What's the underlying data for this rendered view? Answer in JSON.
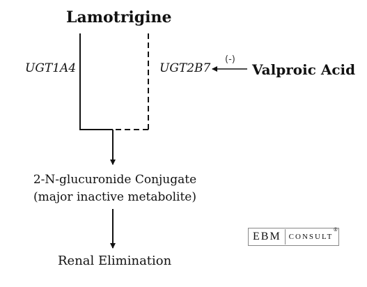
{
  "diagram": {
    "title": "Lamotrigine",
    "pathway_left_enzyme": "UGT1A4",
    "pathway_right_enzyme": "UGT2B7",
    "inhibitor": "Valproic Acid",
    "inhibition_sign": "(-)",
    "metabolite_line1": "2-N-glucuronide Conjugate",
    "metabolite_line2": "(major inactive metabolite)",
    "final_step": "Renal Elimination"
  },
  "logo": {
    "part1": "EBM",
    "part2": "CONSULT",
    "mark": "®"
  }
}
